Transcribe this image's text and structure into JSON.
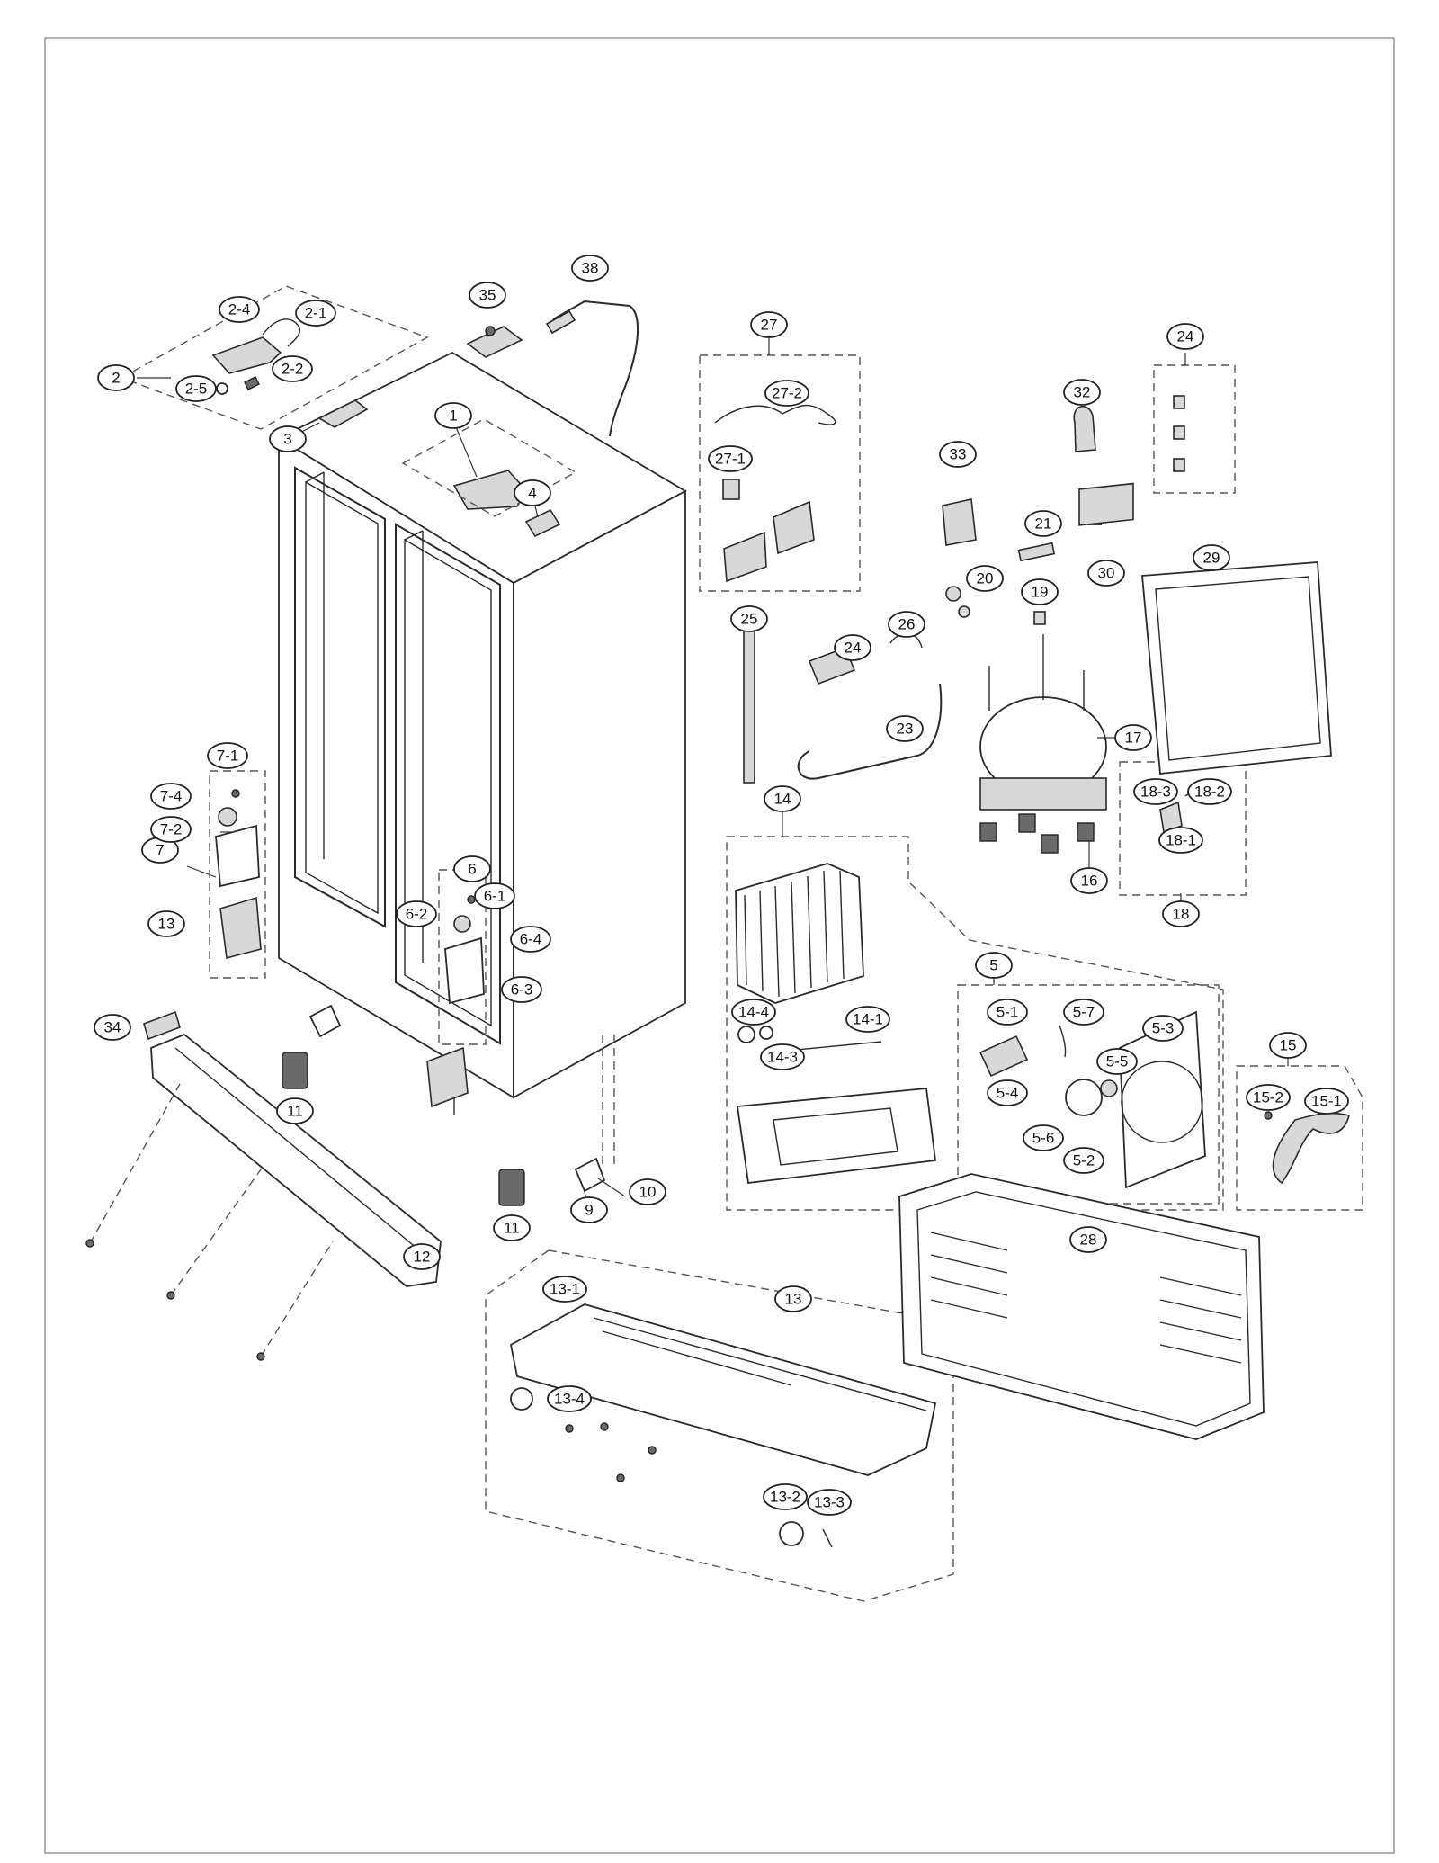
{
  "callouts": [
    {
      "id": "c-1",
      "label": "1"
    },
    {
      "id": "c-2",
      "label": "2"
    },
    {
      "id": "c-2-1",
      "label": "2-1"
    },
    {
      "id": "c-2-2",
      "label": "2-2"
    },
    {
      "id": "c-2-4",
      "label": "2-4"
    },
    {
      "id": "c-2-5",
      "label": "2-5"
    },
    {
      "id": "c-3",
      "label": "3"
    },
    {
      "id": "c-4",
      "label": "4"
    },
    {
      "id": "c-5",
      "label": "5"
    },
    {
      "id": "c-5-1",
      "label": "5-1"
    },
    {
      "id": "c-5-2",
      "label": "5-2"
    },
    {
      "id": "c-5-3",
      "label": "5-3"
    },
    {
      "id": "c-5-4",
      "label": "5-4"
    },
    {
      "id": "c-5-5",
      "label": "5-5"
    },
    {
      "id": "c-5-6",
      "label": "5-6"
    },
    {
      "id": "c-5-7",
      "label": "5-7"
    },
    {
      "id": "c-6",
      "label": "6"
    },
    {
      "id": "c-6-1",
      "label": "6-1"
    },
    {
      "id": "c-6-2",
      "label": "6-2"
    },
    {
      "id": "c-6-3",
      "label": "6-3"
    },
    {
      "id": "c-6-4",
      "label": "6-4"
    },
    {
      "id": "c-7",
      "label": "7"
    },
    {
      "id": "c-7-1",
      "label": "7-1"
    },
    {
      "id": "c-7-2",
      "label": "7-2"
    },
    {
      "id": "c-7-4",
      "label": "7-4"
    },
    {
      "id": "c-9",
      "label": "9"
    },
    {
      "id": "c-10",
      "label": "10"
    },
    {
      "id": "c-11a",
      "label": "11"
    },
    {
      "id": "c-11b",
      "label": "11"
    },
    {
      "id": "c-12",
      "label": "12"
    },
    {
      "id": "c-13a",
      "label": "13"
    },
    {
      "id": "c-13b",
      "label": "13"
    },
    {
      "id": "c-13-1",
      "label": "13-1"
    },
    {
      "id": "c-13-2",
      "label": "13-2"
    },
    {
      "id": "c-13-3",
      "label": "13-3"
    },
    {
      "id": "c-13-4",
      "label": "13-4"
    },
    {
      "id": "c-14",
      "label": "14"
    },
    {
      "id": "c-14-1",
      "label": "14-1"
    },
    {
      "id": "c-14-3",
      "label": "14-3"
    },
    {
      "id": "c-14-4",
      "label": "14-4"
    },
    {
      "id": "c-15",
      "label": "15"
    },
    {
      "id": "c-15-1",
      "label": "15-1"
    },
    {
      "id": "c-15-2",
      "label": "15-2"
    },
    {
      "id": "c-16",
      "label": "16"
    },
    {
      "id": "c-17",
      "label": "17"
    },
    {
      "id": "c-18",
      "label": "18"
    },
    {
      "id": "c-18-1",
      "label": "18-1"
    },
    {
      "id": "c-18-2",
      "label": "18-2"
    },
    {
      "id": "c-18-3",
      "label": "18-3"
    },
    {
      "id": "c-19",
      "label": "19"
    },
    {
      "id": "c-20",
      "label": "20"
    },
    {
      "id": "c-21",
      "label": "21"
    },
    {
      "id": "c-23",
      "label": "23"
    },
    {
      "id": "c-24a",
      "label": "24"
    },
    {
      "id": "c-24b",
      "label": "24"
    },
    {
      "id": "c-25",
      "label": "25"
    },
    {
      "id": "c-26",
      "label": "26"
    },
    {
      "id": "c-27",
      "label": "27"
    },
    {
      "id": "c-27-1",
      "label": "27-1"
    },
    {
      "id": "c-27-2",
      "label": "27-2"
    },
    {
      "id": "c-28",
      "label": "28"
    },
    {
      "id": "c-29",
      "label": "29"
    },
    {
      "id": "c-30",
      "label": "30"
    },
    {
      "id": "c-32",
      "label": "32"
    },
    {
      "id": "c-33",
      "label": "33"
    },
    {
      "id": "c-34",
      "label": "34"
    },
    {
      "id": "c-35",
      "label": "35"
    },
    {
      "id": "c-38",
      "label": "38"
    }
  ]
}
